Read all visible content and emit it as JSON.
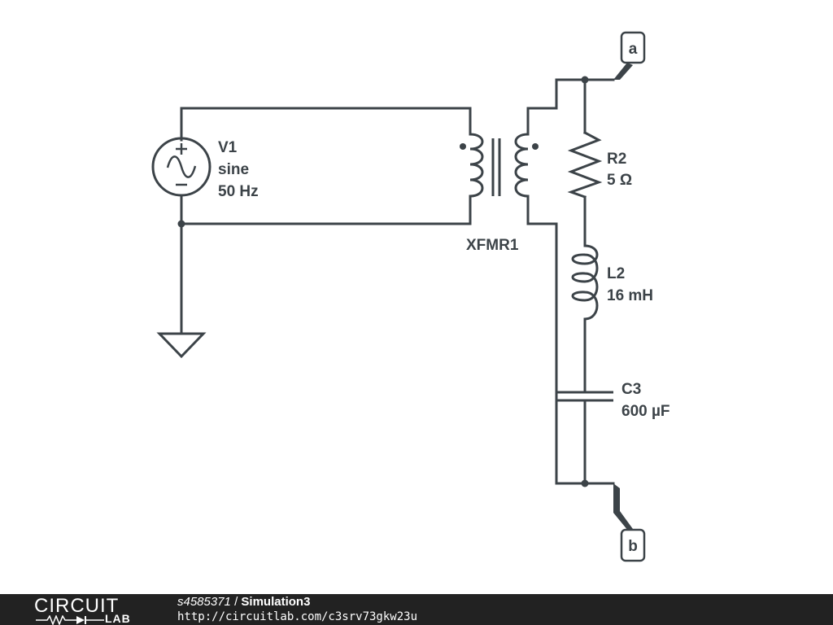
{
  "components": {
    "source": {
      "name": "V1",
      "type": "sine",
      "frequency": "50 Hz"
    },
    "transformer": {
      "name": "XFMR1"
    },
    "resistor": {
      "name": "R2",
      "value": "5 Ω"
    },
    "inductor": {
      "name": "L2",
      "value": "16 mH"
    },
    "capacitor": {
      "name": "C3",
      "value": "600 µF"
    }
  },
  "terminals": {
    "top": "a",
    "bottom": "b"
  },
  "footer": {
    "logo_top": "CIRCUIT",
    "logo_bottom": "LAB",
    "user": "s4585371",
    "separator": " / ",
    "title": "Simulation3",
    "url": "http://circuitlab.com/c3srv73gkw23u"
  }
}
